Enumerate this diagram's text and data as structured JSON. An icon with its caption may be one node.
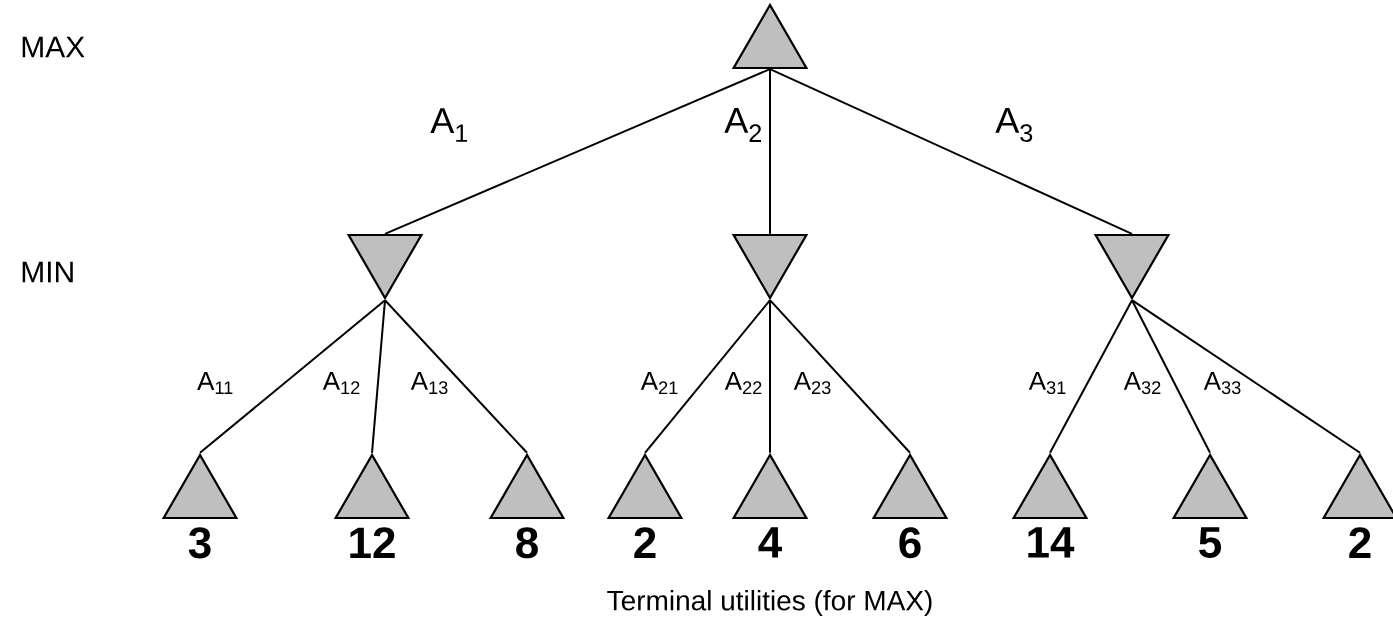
{
  "diagram": {
    "caption": "Terminal utilities (for MAX)",
    "nodes": [
      {
        "text": [],
        "shape": "triangle"
      },
      {
        "text": [],
        "shape": "triangle"
      },
      {
        "text": [],
        "shape": "triangle"
      },
      {
        "text": [],
        "shape": "triangle"
      },
      {
        "text": [],
        "shape": "triangle",
        "beside": [
          "3"
        ]
      },
      {
        "text": [],
        "shape": "triangle",
        "beside": [
          "12"
        ]
      },
      {
        "text": [],
        "shape": "triangle",
        "beside": [
          "8"
        ]
      },
      {
        "text": [],
        "shape": "triangle",
        "beside": [
          "2"
        ]
      },
      {
        "text": [],
        "shape": "triangle",
        "beside": [
          "4"
        ]
      },
      {
        "text": [],
        "shape": "triangle",
        "beside": [
          "6"
        ]
      },
      {
        "text": [],
        "shape": "triangle",
        "beside": [
          "14"
        ]
      },
      {
        "text": [],
        "shape": "triangle",
        "beside": [
          "5"
        ]
      },
      {
        "text": [],
        "shape": "triangle",
        "beside": [
          "2"
        ]
      }
    ],
    "edges": [
      {
        "from": 0,
        "to": 1,
        "arrow": "none",
        "label": "A$_{1}$"
      },
      {
        "from": 0,
        "to": 2,
        "arrow": "none",
        "label": "A$_{2}$"
      },
      {
        "from": 0,
        "to": 3,
        "arrow": "none",
        "label": "A$_{3}$"
      },
      {
        "from": 1,
        "to": 4,
        "arrow": "none",
        "label": "A$_{11}$"
      },
      {
        "from": 1,
        "to": 5,
        "arrow": "none",
        "label": "A$_{12}$"
      },
      {
        "from": 1,
        "to": 6,
        "arrow": "none",
        "label": "A$_{13}$"
      },
      {
        "from": 2,
        "to": 7,
        "arrow": "none",
        "label": "A$_{21}$"
      },
      {
        "from": 2,
        "to": 8,
        "arrow": "none",
        "label": "A$_{22}$"
      },
      {
        "from": 2,
        "to": 9,
        "arrow": "none",
        "label": "A$_{23}$"
      },
      {
        "from": 3,
        "to": 10,
        "arrow": "none",
        "label": "A$_{31}$"
      },
      {
        "from": 3,
        "to": 11,
        "arrow": "none",
        "label": "A$_{32}$"
      },
      {
        "from": 3,
        "to": 12,
        "arrow": "none",
        "label": "A$_{33}$"
      }
    ],
    "labels": [
      "MAX",
      "MIN"
    ]
  }
}
